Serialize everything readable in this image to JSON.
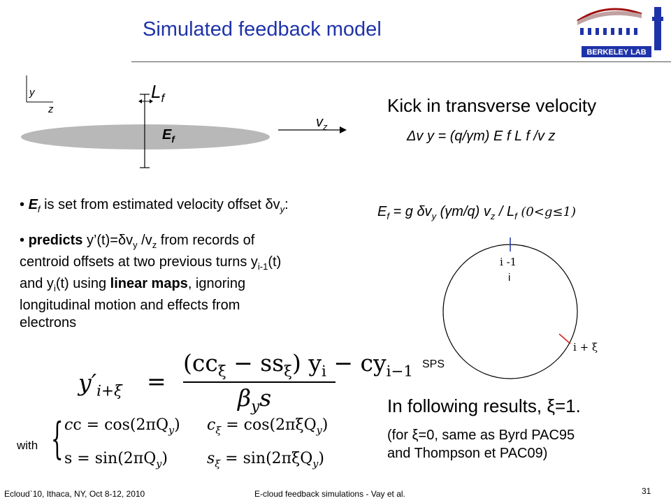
{
  "title": "Simulated feedback model",
  "logo": {
    "text": "BERKELEY LAB"
  },
  "diagram": {
    "axis_y": "y",
    "axis_z": "z",
    "lf_label": "L",
    "lf_sub": "f",
    "ef_label": "E",
    "ef_sub": "f",
    "vz_label": "v",
    "vz_sub": "z"
  },
  "kick": {
    "heading": "Kick in transverse velocity",
    "formula": "Δv y = (q/γm) E f L f /v z"
  },
  "bullet1": {
    "marker": "•",
    "lead": "E",
    "lead_sub": "f",
    "text": " is set from estimated velocity offset δv",
    "text_sub": "y",
    "colon": ":",
    "eq_a": "E",
    "eq_a_sub": "f",
    "eq_b": " = g δv",
    "eq_b_sub": "y",
    "eq_c": " (γm/q) v",
    "eq_c_sub": "z",
    "eq_d": " / L",
    "eq_d_sub": "f",
    "range": "(0<g≤1)"
  },
  "bullet2": {
    "marker": "•",
    "bold1": "predicts",
    "t1": " y’(t)=δv",
    "t1_sub": "y",
    "t2": " /v",
    "t2_sub": "z",
    "t3": " from records of",
    "line2a": "centroid offsets at two previous turns y",
    "line2a_sub": "i-1",
    "line2b": "(t)",
    "line3a": "and y",
    "line3a_sub": "i",
    "line3b": "(t) using ",
    "bold2": "linear maps",
    "line3c": ", ignoring",
    "line4": "longitudinal motion and effects from",
    "line5": "electrons"
  },
  "ring": {
    "label_top1": "i -1",
    "label_top2": "i",
    "label_right": "i + ξ",
    "label_name": "SPS"
  },
  "equation": {
    "lhs": "y′",
    "lhs_sub": "i+ξ",
    "equals": "=",
    "numerator": "(cc",
    "num_sub1": "ξ",
    "num_mid": " − ss",
    "num_sub2": "ξ",
    "num_end": ") y",
    "num_sub3": "i",
    "num_tail": " − cy",
    "num_sub4": "i−1",
    "denominator": "β",
    "den_sub": "y",
    "den_tail": "s"
  },
  "with_label": "with",
  "definitions": {
    "c_def": "c = cos(2πQ",
    "c_sub": "y",
    "c_end": ")",
    "s_def": "s = sin(2πQ",
    "s_sub": "y",
    "s_end": ")",
    "cxi_a": "c",
    "cxi_sub": "ξ",
    "cxi_b": " = cos(2πξQ",
    "cxi_sub2": "y",
    "cxi_end": ")",
    "sxi_a": "s",
    "sxi_sub": "ξ",
    "sxi_b": " = sin(2πξQ",
    "sxi_sub2": "y",
    "sxi_end": ")"
  },
  "results": {
    "heading": "In following results, ξ=1.",
    "note1": "(for ξ=0, same as Byrd PAC95",
    "note2": "and Thompson et PAC09)"
  },
  "footer": {
    "left": "Ecloud`10, Ithaca, NY, Oct 8-12, 2010",
    "center": "E-cloud feedback simulations - Vay et al.",
    "page": "31"
  }
}
